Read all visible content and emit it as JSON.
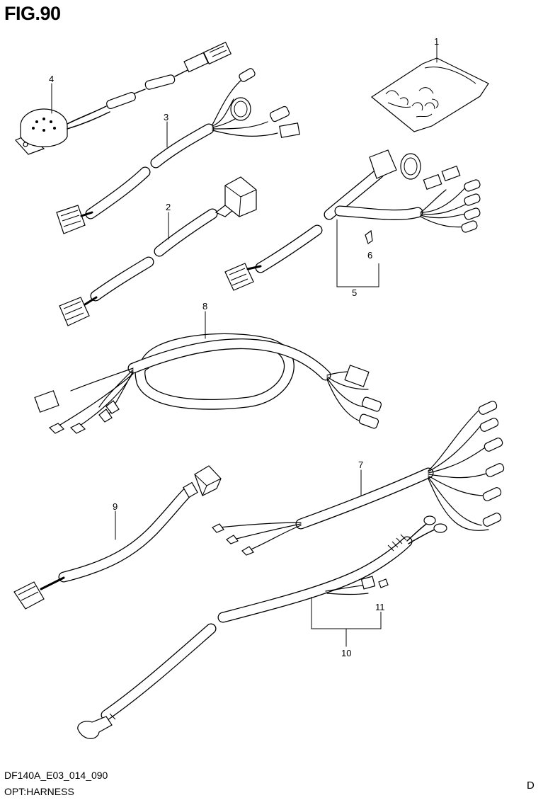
{
  "figure": {
    "title": "FIG.90"
  },
  "callouts": [
    "1",
    "2",
    "3",
    "4",
    "5",
    "6",
    "7",
    "8",
    "9",
    "10",
    "11"
  ],
  "footer": {
    "code": "DF140A_E03_014_090",
    "caption": "OPT:HARNESS",
    "page_letter": "D"
  }
}
